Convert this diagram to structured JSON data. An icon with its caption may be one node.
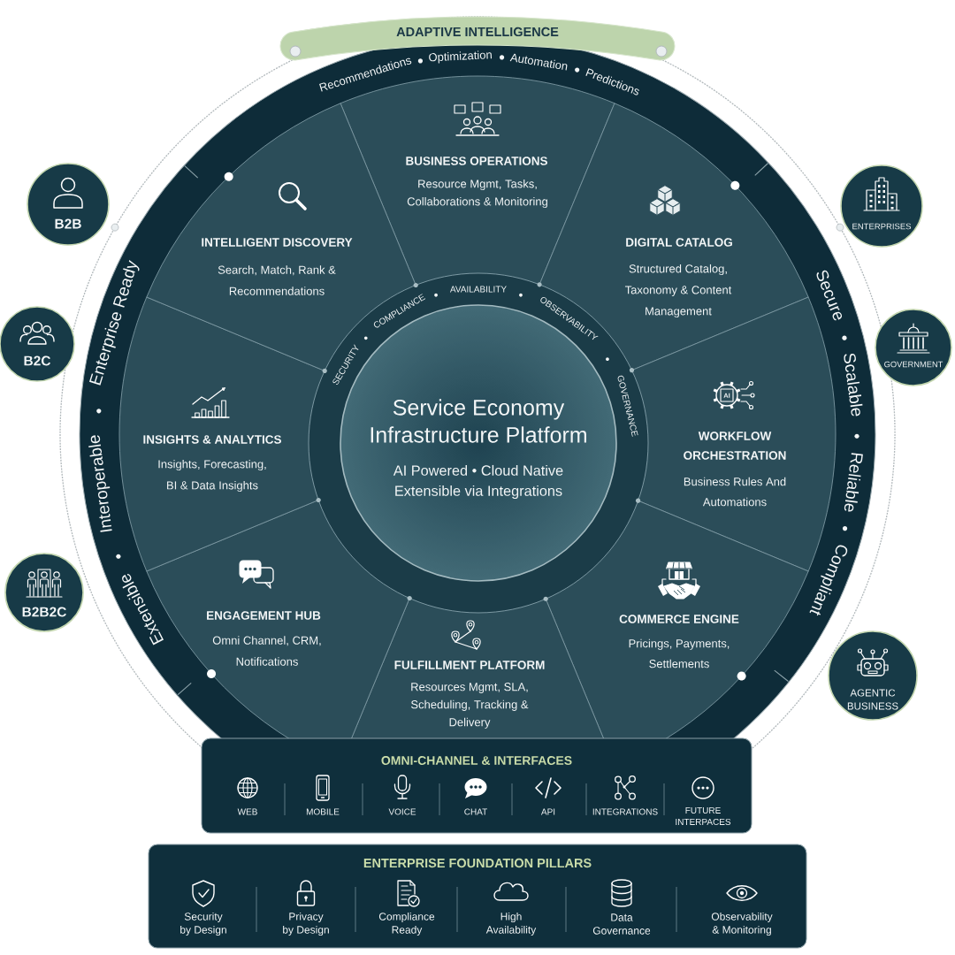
{
  "diagram": {
    "nodes": [
      {
        "text": [
          "ADAPTIVE INTELLIGENCE"
        ]
      },
      {
        "text": [
          "BUSINESS OPERATIONS",
          "Resource Mgmt, Tasks, Collaborations & Monitoring"
        ]
      },
      {
        "text": [
          "DIGITAL CATALOG",
          "Structured Catalog, Taxonomy & Content Management"
        ]
      },
      {
        "text": [
          "WORKFLOW ORCHESTRATION",
          "Business Rules And Automations"
        ]
      },
      {
        "text": [
          "COMMERCE ENGINE",
          "Pricings, Payments, Settlements"
        ]
      },
      {
        "text": [
          "FULFILLMENT PLATFORM",
          "Resources Mgmt, SLA, Scheduling, Tracking & Delivery"
        ]
      },
      {
        "text": [
          "ENGAGEMENT HUB",
          "Omni Channel, CRM, Notifications"
        ]
      },
      {
        "text": [
          "INSIGHTS & ANALYTICS",
          "Insights, Forecasting, BI & Data Insights"
        ]
      },
      {
        "text": [
          "INTELLIGENT DISCOVERY",
          "Search, Match, Rank & Recommendations"
        ]
      },
      {
        "text": [
          "Service Economy Infrastructure Platform",
          "AI Powered • Cloud Native Extensible via Integrations"
        ]
      },
      {
        "text": [
          "B2B"
        ]
      },
      {
        "text": [
          "B2C"
        ]
      },
      {
        "text": [
          "B2B2C"
        ]
      },
      {
        "text": [
          "ENTERPRISES"
        ]
      },
      {
        "text": [
          "GOVERNMENT"
        ]
      },
      {
        "text": [
          "AGENTIC BUSINESS"
        ]
      },
      {
        "text": [
          "OMNI-CHANNEL & INTERFACES",
          "WEB",
          "MOBILE",
          "VOICE",
          "CHAT",
          "API",
          "INTEGRATIONS",
          "FUTURE INTERPACES"
        ]
      },
      {
        "text": [
          "ENTERPRISE FOUNDATION PILLARS",
          "Security by Design",
          "Privacy by Design",
          "Compliance Ready",
          "High Availability",
          "Data Governance",
          "Observability & Monitoring"
        ]
      }
    ],
    "labels": [
      "Recommendations",
      "Optimization",
      "Automation",
      "Predictions",
      "Extensible",
      "Interoperable",
      "Enterprise Ready",
      "Secure",
      "Scalable",
      "Reliable",
      "Compliant",
      "SECURITY",
      "COMPLIANCE",
      "AVAILABILITY",
      "OBSERVABILITY",
      "GOVERNANCE",
      "AI"
    ]
  }
}
